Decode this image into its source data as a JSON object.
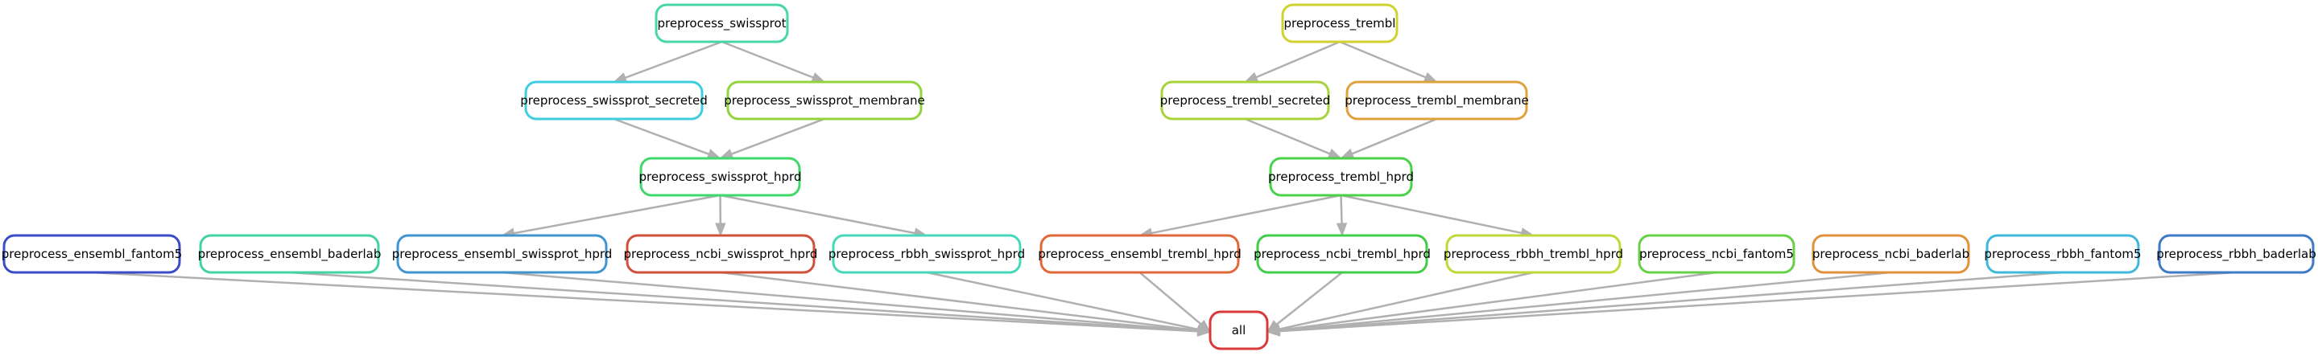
{
  "nodes": [
    {
      "id": "n_sp",
      "label": "preprocess_swissprot",
      "color": "#48d6a8"
    },
    {
      "id": "n_tr",
      "label": "preprocess_trembl",
      "color": "#cfd22f"
    },
    {
      "id": "n_sps",
      "label": "preprocess_swissprot_secreted",
      "color": "#3fcde0"
    },
    {
      "id": "n_spm",
      "label": "preprocess_swissprot_membrane",
      "color": "#93d33c"
    },
    {
      "id": "n_trs",
      "label": "preprocess_trembl_secreted",
      "color": "#a8d33a"
    },
    {
      "id": "n_trm",
      "label": "preprocess_trembl_membrane",
      "color": "#e0a23a"
    },
    {
      "id": "n_sph",
      "label": "preprocess_swissprot_hprd",
      "color": "#3fd86a"
    },
    {
      "id": "n_trh",
      "label": "preprocess_trembl_hprd",
      "color": "#4ad04a"
    },
    {
      "id": "n_ef5",
      "label": "preprocess_ensembl_fantom5",
      "color": "#3a4cc8"
    },
    {
      "id": "n_ebl",
      "label": "preprocess_ensembl_baderlab",
      "color": "#43d3a0"
    },
    {
      "id": "n_esh",
      "label": "preprocess_ensembl_swissprot_hprd",
      "color": "#3f95d0"
    },
    {
      "id": "n_nsh",
      "label": "preprocess_ncbi_swissprot_hprd",
      "color": "#d0503a"
    },
    {
      "id": "n_rsh",
      "label": "preprocess_rbbh_swissprot_hprd",
      "color": "#45d8bd"
    },
    {
      "id": "n_eth",
      "label": "preprocess_ensembl_trembl_hprd",
      "color": "#e0683a"
    },
    {
      "id": "n_nth",
      "label": "preprocess_ncbi_trembl_hprd",
      "color": "#42cc48"
    },
    {
      "id": "n_rth",
      "label": "preprocess_rbbh_trembl_hprd",
      "color": "#c0d838"
    },
    {
      "id": "n_nf5",
      "label": "preprocess_ncbi_fantom5",
      "color": "#68d048"
    },
    {
      "id": "n_nbl",
      "label": "preprocess_ncbi_baderlab",
      "color": "#e0923a"
    },
    {
      "id": "n_rf5",
      "label": "preprocess_rbbh_fantom5",
      "color": "#3fb8dc"
    },
    {
      "id": "n_rbl",
      "label": "preprocess_rbbh_baderlab",
      "color": "#3f7ac8"
    },
    {
      "id": "n_all",
      "label": "all",
      "color": "#d83a3a"
    }
  ],
  "edges": [
    [
      "n_sp",
      "n_sps"
    ],
    [
      "n_sp",
      "n_spm"
    ],
    [
      "n_sps",
      "n_sph"
    ],
    [
      "n_spm",
      "n_sph"
    ],
    [
      "n_sph",
      "n_esh"
    ],
    [
      "n_sph",
      "n_nsh"
    ],
    [
      "n_sph",
      "n_rsh"
    ],
    [
      "n_tr",
      "n_trs"
    ],
    [
      "n_tr",
      "n_trm"
    ],
    [
      "n_trs",
      "n_trh"
    ],
    [
      "n_trm",
      "n_trh"
    ],
    [
      "n_trh",
      "n_eth"
    ],
    [
      "n_trh",
      "n_nth"
    ],
    [
      "n_trh",
      "n_rth"
    ],
    [
      "n_ef5",
      "n_all"
    ],
    [
      "n_ebl",
      "n_all"
    ],
    [
      "n_esh",
      "n_all"
    ],
    [
      "n_nsh",
      "n_all"
    ],
    [
      "n_rsh",
      "n_all"
    ],
    [
      "n_eth",
      "n_all"
    ],
    [
      "n_nth",
      "n_all"
    ],
    [
      "n_rth",
      "n_all"
    ],
    [
      "n_nf5",
      "n_all"
    ],
    [
      "n_nbl",
      "n_all"
    ],
    [
      "n_rf5",
      "n_all"
    ],
    [
      "n_rbl",
      "n_all"
    ]
  ],
  "edge_color": "#b0b0b0"
}
